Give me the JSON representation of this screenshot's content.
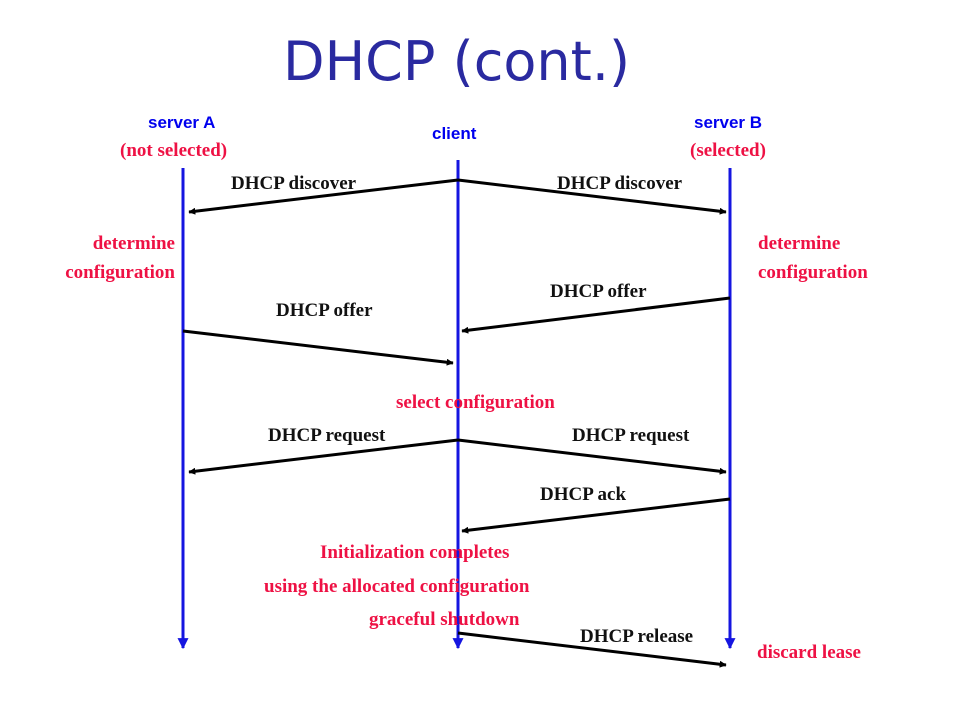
{
  "title": "DHCP (cont.)",
  "actors": {
    "server_a": {
      "label": "server A",
      "status": "(not selected)"
    },
    "client": {
      "label": "client"
    },
    "server_b": {
      "label": "server B",
      "status": "(selected)"
    }
  },
  "messages": {
    "discover_a": "DHCP discover",
    "discover_b": "DHCP discover",
    "offer_b": "DHCP offer",
    "offer_a": "DHCP offer",
    "request_a": "DHCP request",
    "request_b": "DHCP request",
    "ack": "DHCP ack",
    "release": "DHCP release"
  },
  "notes": {
    "determine_a_line1": "determine",
    "determine_a_line2": "configuration",
    "determine_b_line1": "determine",
    "determine_b_line2": "configuration",
    "select": "select configuration",
    "init_line1": "Initialization completes",
    "init_line2": "using the allocated configuration",
    "shutdown": "graceful shutdown",
    "discard": "discard lease"
  },
  "colors": {
    "title": "#2a2aa0",
    "lifeline": "#1515e0",
    "actor_text": "#0000ee",
    "note_text": "#ee1144",
    "arrow": "#000000"
  }
}
